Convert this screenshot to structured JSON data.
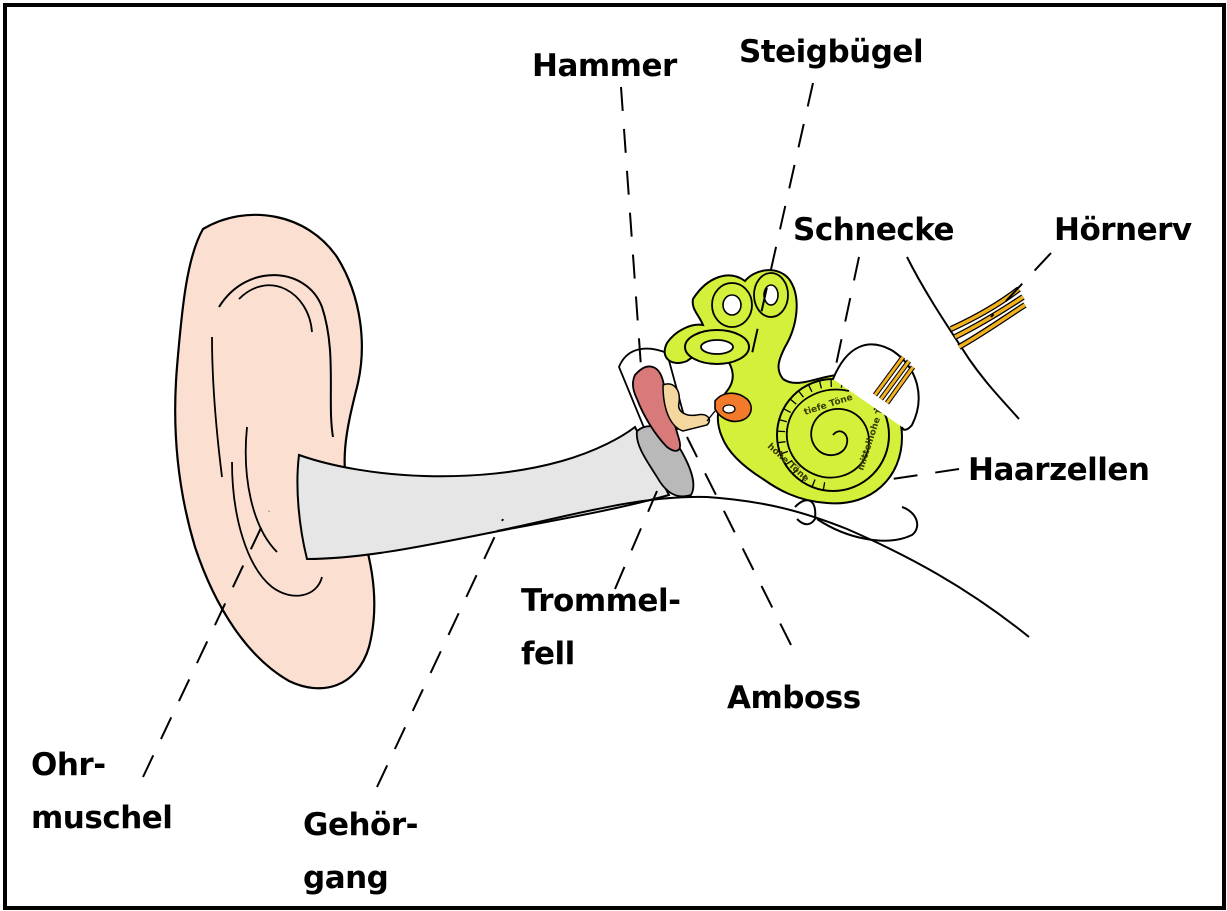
{
  "labels": {
    "hammer": "Hammer",
    "steigbuegel": "Steigbügel",
    "schnecke": "Schnecke",
    "hoernerv": "Hörnerv",
    "haarzellen": "Haarzellen",
    "trommelfell": "Trommel-\nfell",
    "amboss": "Amboss",
    "ohrmuschel": "Ohr-\nmuschel",
    "gehoergang": "Gehör-\ngang"
  },
  "cochlea_text": {
    "tiefe": "tiefe Töne",
    "mittelhohe": "mittelhohe Töne",
    "hohe": "hohe Töne"
  },
  "colors": {
    "skin": "#fbe0d2",
    "canal": "#e6e6e6",
    "inner_ear": "#d4f03a",
    "hammer": "#d87a7a",
    "amboss": "#f5d8a0",
    "steigbuegel": "#f27a2a",
    "drum": "#b9b9b9",
    "nerve": "#f2b21e"
  }
}
